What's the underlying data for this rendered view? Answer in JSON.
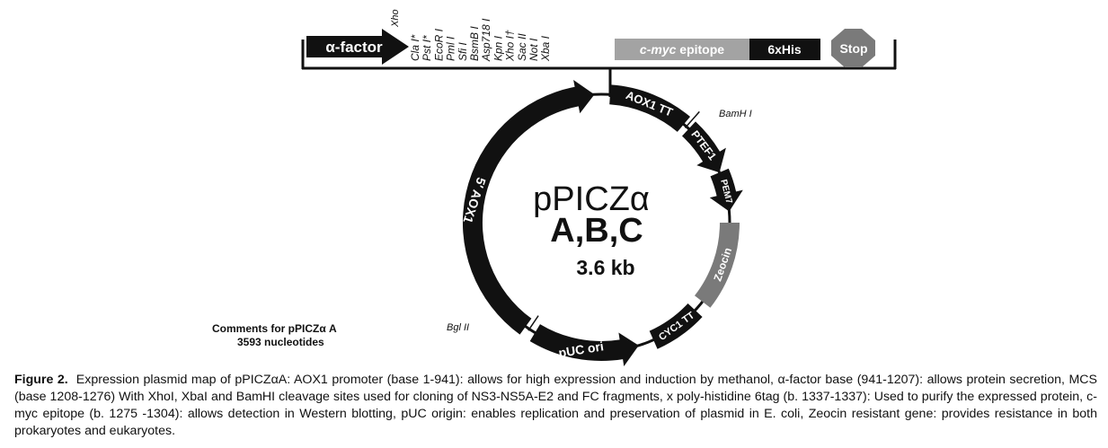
{
  "colors": {
    "black": "#111111",
    "gray_segment": "#7a7a7a",
    "light_gray_bar": "#a3a3a3",
    "white": "#ffffff"
  },
  "cassette": {
    "alpha_factor": "α-factor",
    "xho": "Xho",
    "sites": [
      "Cla I*",
      "Pst I*",
      "EcoR I",
      "Pml I",
      "Sfi I",
      "BsmB I",
      "Asp718 I",
      "Kpn I",
      "Xho I†",
      "Sac II",
      "Not I",
      "Xba I"
    ],
    "cmyc": "c-myc",
    "epitope": " epitope",
    "his": "6xHis",
    "stop": "Stop"
  },
  "map": {
    "title_line1": "pPICZα",
    "title_line2": "A,B,C",
    "size": "3.6 kb",
    "segments": {
      "aox1_5": "5′ AOX1",
      "aox1_tt": "AOX1 TT",
      "ptef1": "PTEF1",
      "pem7": "PEM7",
      "zeocin": "Zeocin",
      "cyc1_tt": "CYC1 TT",
      "puc_ori": "pUC ori"
    },
    "bamhi": "BamH I",
    "bglii": "Bgl II"
  },
  "comments": {
    "line1": "Comments for pPICZα A",
    "line2": "3593 nucleotides"
  },
  "caption": {
    "label": "Figure 2.",
    "text": "Expression plasmid map of pPICZαA: AOX1 promoter (base 1-941): allows for high expression and induction by methanol, α-factor base (941-1207): allows protein secretion, MCS (base 1208-1276) With XhoI, XbaI and BamHI cleavage sites used for cloning of NS3-NS5A-E2 and FC fragments, x poly-histidine 6tag (b. 1337-1337): Used to purify the expressed protein, c-myc epitope (b. 1275 -1304): allows detection in Western blotting, pUC origin: enables replication and preservation of plasmid in E. coli, Zeocin resistant gene: provides resistance in both prokaryotes and eukaryotes."
  }
}
